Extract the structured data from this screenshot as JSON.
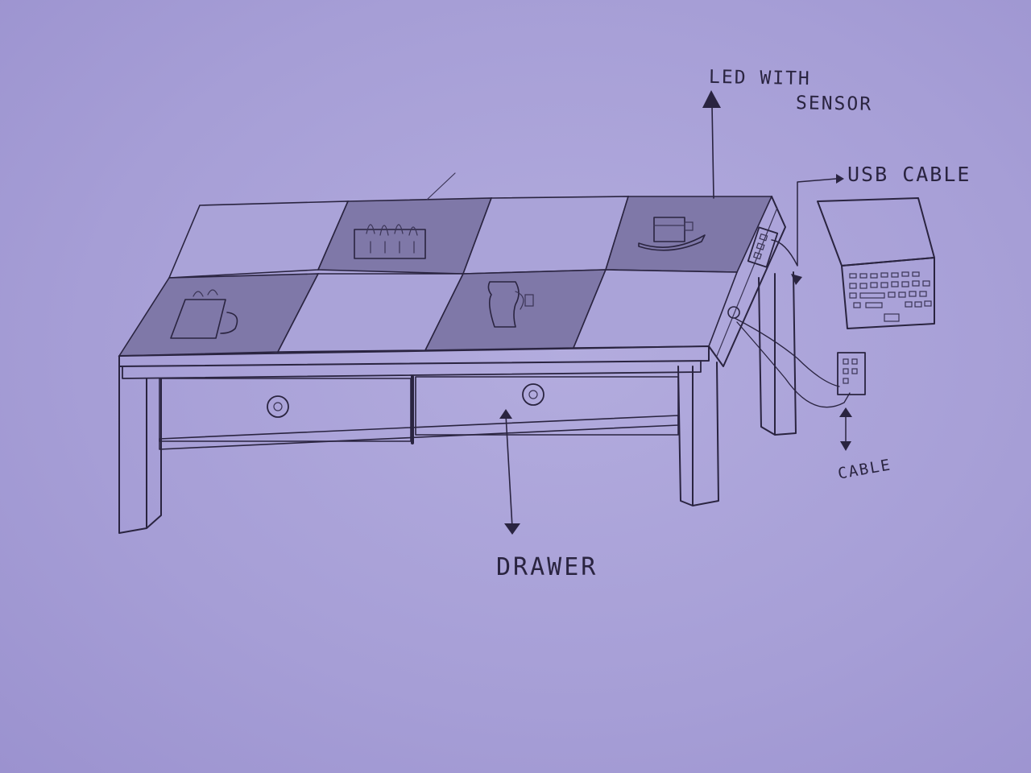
{
  "labels": {
    "led_line1": "LED WITH",
    "led_line2": "SENSOR",
    "usb": "USB CABLE",
    "cable": "CABLE",
    "drawer": "DRAWER"
  },
  "colors": {
    "paper": "#a79fd6",
    "ink": "#2a2440",
    "shaded_tile": "#7f78a8"
  },
  "icons": {
    "tile_2_icon": "drink-bottles-icon",
    "tile_4_icon": "coffee-maker-icon",
    "tile_5_icon": "mug-icon",
    "tile_7_icon": "jug-icon",
    "device_1": "laptop-icon",
    "device_2": "phone-icon",
    "device_3": "power-socket-icon"
  }
}
